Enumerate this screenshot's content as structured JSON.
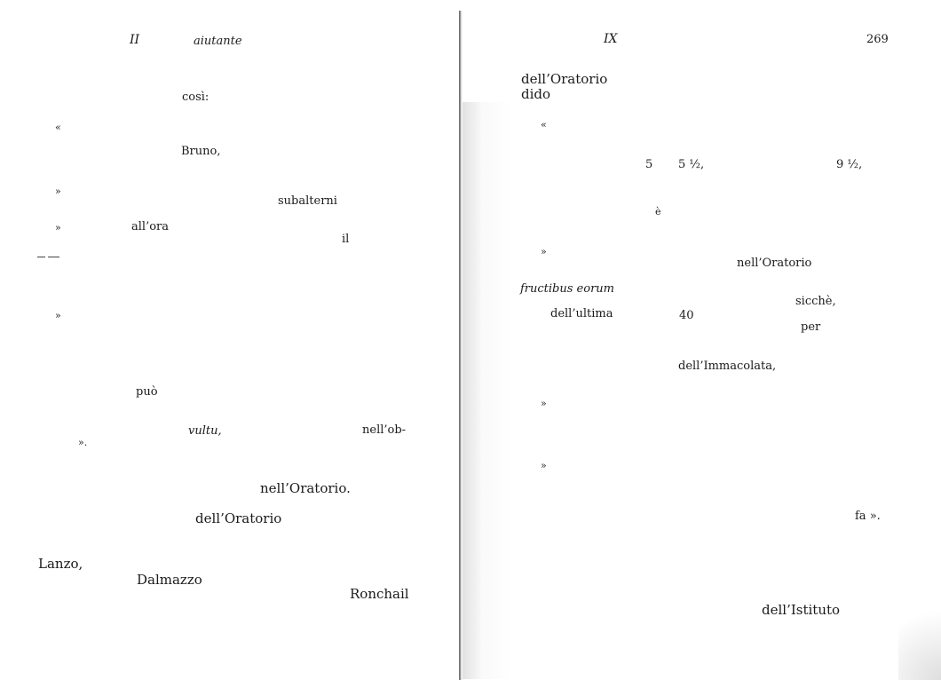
{
  "left_page": {
    "header": {
      "chapter": "II",
      "running_title": "aiutante"
    },
    "words": {
      "cosi": "così:",
      "quote_open": "«",
      "bruno": "Bruno,",
      "quote_close_1": "»",
      "subalterni": "subalterni",
      "quote_close_2": "»",
      "all_ora": "all’ora",
      "il": "il",
      "quote_close_3": "»",
      "puo": "può",
      "vultu": "vultu,",
      "nell_ob": "nell’ob-",
      "quote_end": "».",
      "nell_oratorio_dot": "nell’Oratorio.",
      "dell_oratorio": "dell’Oratorio",
      "lanzo": "Lanzo,",
      "dalmazzo": "Dalmazzo",
      "ronchail": "Ronchail"
    }
  },
  "right_page": {
    "header": {
      "chapter": "IX",
      "page_number": "269"
    },
    "words": {
      "dell_oratorio": "dell’Oratorio",
      "dido": "dido",
      "quote_open": "«",
      "num_5": "5",
      "num_5_half": "5 ½,",
      "num_9_half": "9 ½,",
      "e_grave": "è",
      "quote_close_1": "»",
      "nell_oratorio": "nell’Oratorio",
      "fructibus": "fructibus eorum",
      "sicche": "sicchè,",
      "dell_ultima": "dell’ultima",
      "num_40": "40",
      "per": "per",
      "dell_immacolata": "dell’Immacolata,",
      "quote_close_2": "»",
      "quote_close_3": "»",
      "fa": "fa ».",
      "dell_istituto": "dell’Istituto"
    }
  }
}
